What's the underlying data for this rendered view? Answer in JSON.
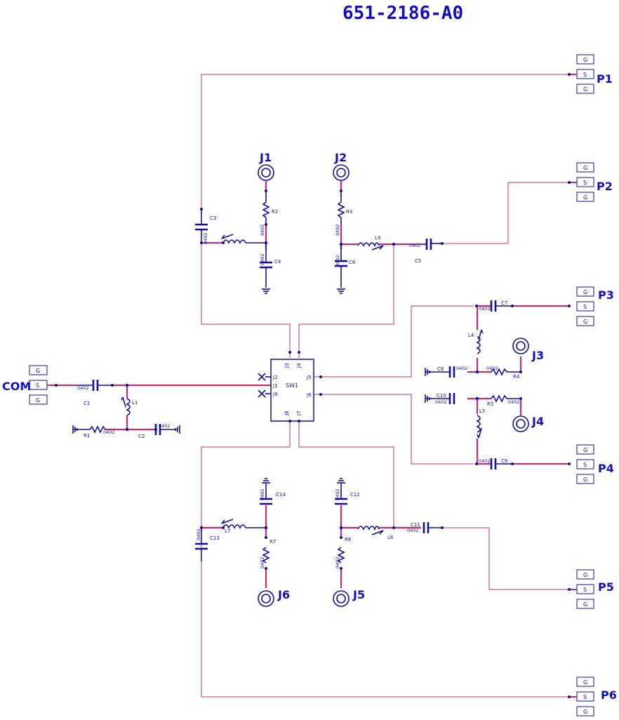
{
  "title": "651-2186-A0",
  "package": "0402",
  "ports": {
    "com": "COM",
    "p1": "P1",
    "p2": "P2",
    "p3": "P3",
    "p4": "P4",
    "p5": "P5",
    "p6": "P6",
    "g": "G",
    "s": "S"
  },
  "connectors": {
    "j1": "J1",
    "j2": "J2",
    "j3": "J3",
    "j4": "J4",
    "j5": "J5",
    "j6": "J6"
  },
  "switch": {
    "name": "SW1",
    "pins": {
      "j1": "J1",
      "j2": "J2",
      "j3": "J3",
      "j4": "J4",
      "j5": "J5",
      "j6": "J6",
      "j7": "J7",
      "j8": "J8",
      "j9": "J9"
    }
  },
  "refs": {
    "c1": "C1",
    "c2": "C2",
    "c3": "C3",
    "c4": "C4",
    "c5": "C5",
    "c6": "C6",
    "c7": "C7",
    "c8": "C8",
    "c9": "C9",
    "c10": "C10",
    "c11": "C11",
    "c12": "C12",
    "c13": "C13",
    "c14": "C14",
    "r1": "R1",
    "r2": "R2",
    "r3": "R3",
    "r4": "R4",
    "r5": "R5",
    "r6": "R6",
    "r7": "R7",
    "l1": "L1",
    "l3": "L3",
    "l4": "L4",
    "l5": "L5",
    "l6": "L6",
    "l7": "L7"
  }
}
